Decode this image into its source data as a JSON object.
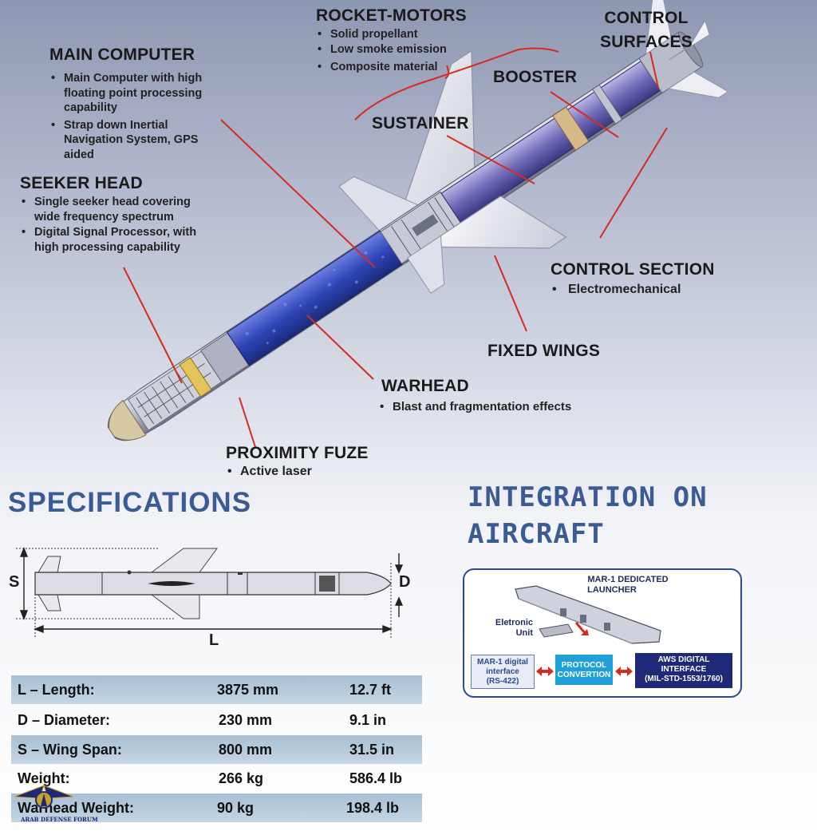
{
  "missile_labels": {
    "rocket_motors": {
      "title": "ROCKET-MOTORS",
      "bullets": [
        "Solid propellant",
        "Low smoke emission",
        "Composite material"
      ]
    },
    "control_surfaces": {
      "title_line1": "CONTROL",
      "title_line2": "SURFACES"
    },
    "main_computer": {
      "title": "MAIN COMPUTER",
      "bullets": [
        "Main Computer with high floating point processing capability",
        "Strap down Inertial Navigation System, GPS aided"
      ]
    },
    "booster": {
      "title": "BOOSTER"
    },
    "sustainer": {
      "title": "SUSTAINER"
    },
    "seeker_head": {
      "title": "SEEKER HEAD",
      "bullets": [
        "Single seeker head covering wide frequency spectrum",
        "Digital Signal Processor, with high processing capability"
      ]
    },
    "control_section": {
      "title": "CONTROL SECTION",
      "bullets": [
        "Electromechanical"
      ]
    },
    "fixed_wings": {
      "title": "FIXED WINGS"
    },
    "warhead": {
      "title": "WARHEAD",
      "bullets": [
        "Blast and fragmentation effects"
      ]
    },
    "proximity_fuze": {
      "title": "PROXIMITY FUZE",
      "bullets": [
        "Active laser"
      ]
    }
  },
  "specifications": {
    "title": "SPECIFICATIONS",
    "dimension_labels": {
      "span": "S",
      "diameter": "D",
      "length": "L"
    },
    "rows": [
      {
        "label": "L – Length:",
        "metric": "3875 mm",
        "imperial": "12.7 ft"
      },
      {
        "label": "D – Diameter:",
        "metric": "230 mm",
        "imperial": "9.1 in"
      },
      {
        "label": "S – Wing Span:",
        "metric": "800 mm",
        "imperial": "31.5 in"
      },
      {
        "label": "Weight:",
        "metric": "266 kg",
        "imperial": "586.4 lb"
      },
      {
        "label": "Warhead Weight:",
        "metric": "90 kg",
        "imperial": "198.4 lb"
      }
    ]
  },
  "integration": {
    "title_line1": "INTEGRATION ON",
    "title_line2": "AIRCRAFT",
    "launcher_line1": "MAR-1 DEDICATED",
    "launcher_line2": "LAUNCHER",
    "unit_line1": "Eletronic",
    "unit_line2": "Unit",
    "box1_line1": "MAR-1 digital",
    "box1_line2": "interface",
    "box1_line3": "(RS-422)",
    "box2_line1": "PROTOCOL",
    "box2_line2": "CONVERTION",
    "box3_line1": "AWS DIGITAL",
    "box3_line2": "INTERFACE",
    "box3_line3": "(MIL-STD-1553/1760)"
  },
  "watermark": {
    "line1": "ARAB DEFENSE FORUM"
  },
  "colors": {
    "title_blue": "#3a5b93",
    "leader_red": "#d62b1f",
    "navy_box": "#1e2a78",
    "cyan_box": "#1fa0d8"
  }
}
